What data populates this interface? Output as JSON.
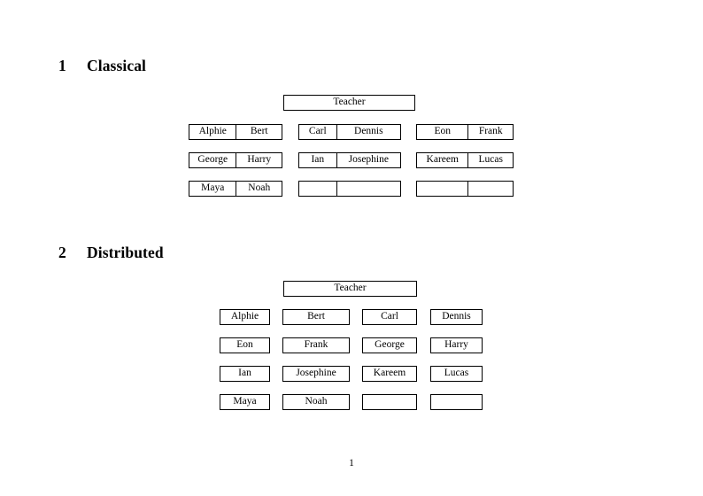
{
  "document": {
    "page_number": "1"
  },
  "sections": [
    {
      "number": "1",
      "title": "Classical",
      "root": {
        "label": "Teacher"
      },
      "groups": [
        {
          "rows": [
            [
              "Alphie",
              "Bert"
            ],
            [
              "George",
              "Harry"
            ],
            [
              "Maya",
              "Noah"
            ]
          ]
        },
        {
          "rows": [
            [
              "Carl",
              "Dennis"
            ],
            [
              "Ian",
              "Josephine"
            ],
            [
              "",
              ""
            ]
          ]
        },
        {
          "rows": [
            [
              "Eon",
              "Frank"
            ],
            [
              "Kareem",
              "Lucas"
            ],
            [
              "",
              ""
            ]
          ]
        }
      ]
    },
    {
      "number": "2",
      "title": "Distributed",
      "root": {
        "label": "Teacher"
      },
      "rows": [
        [
          "Alphie",
          "Bert",
          "Carl",
          "Dennis"
        ],
        [
          "Eon",
          "Frank",
          "George",
          "Harry"
        ],
        [
          "Ian",
          "Josephine",
          "Kareem",
          "Lucas"
        ],
        [
          "Maya",
          "Noah",
          "",
          ""
        ]
      ]
    }
  ],
  "colors": {
    "text": "#000000",
    "border": "#000000",
    "background": "#ffffff"
  }
}
